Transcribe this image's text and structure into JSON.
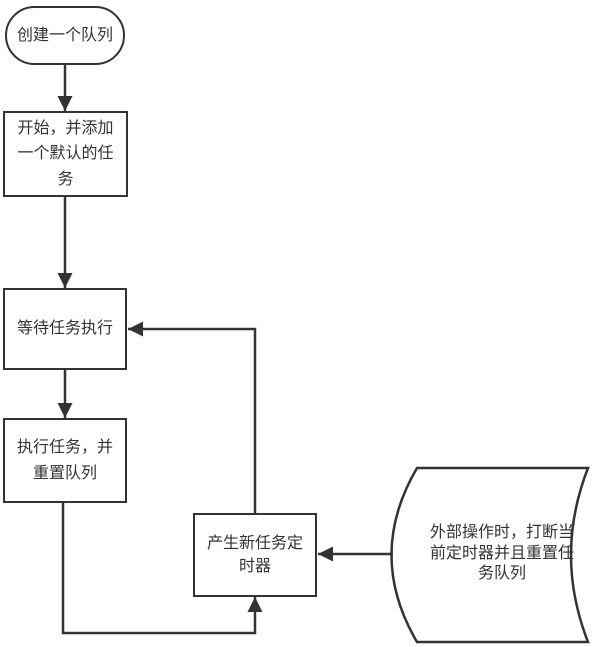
{
  "diagram": {
    "type": "flowchart",
    "colors": {
      "background": "#ffffff",
      "stroke": "#333333",
      "text": "#333333"
    },
    "nodes": [
      {
        "id": "create-queue",
        "shape": "terminator",
        "label": "创建一个队列"
      },
      {
        "id": "start-add-default-task",
        "shape": "process",
        "label": "开始，并添加\n一个默认的任\n务"
      },
      {
        "id": "wait-task-run",
        "shape": "process",
        "label": "等待任务执行"
      },
      {
        "id": "run-task-reset-queue",
        "shape": "process",
        "label": "执行任务，并\n重置队列"
      },
      {
        "id": "new-task-timer",
        "shape": "process",
        "label": "产生新任务定\n时器"
      },
      {
        "id": "external-operation",
        "shape": "stored-data",
        "label": "外部操作时，打断当\n前定时器并且重置任\n务队列"
      }
    ],
    "edges": [
      {
        "from": "create-queue",
        "to": "start-add-default-task"
      },
      {
        "from": "start-add-default-task",
        "to": "wait-task-run"
      },
      {
        "from": "wait-task-run",
        "to": "run-task-reset-queue"
      },
      {
        "from": "run-task-reset-queue",
        "to": "new-task-timer"
      },
      {
        "from": "new-task-timer",
        "to": "wait-task-run"
      },
      {
        "from": "external-operation",
        "to": "new-task-timer"
      }
    ]
  }
}
